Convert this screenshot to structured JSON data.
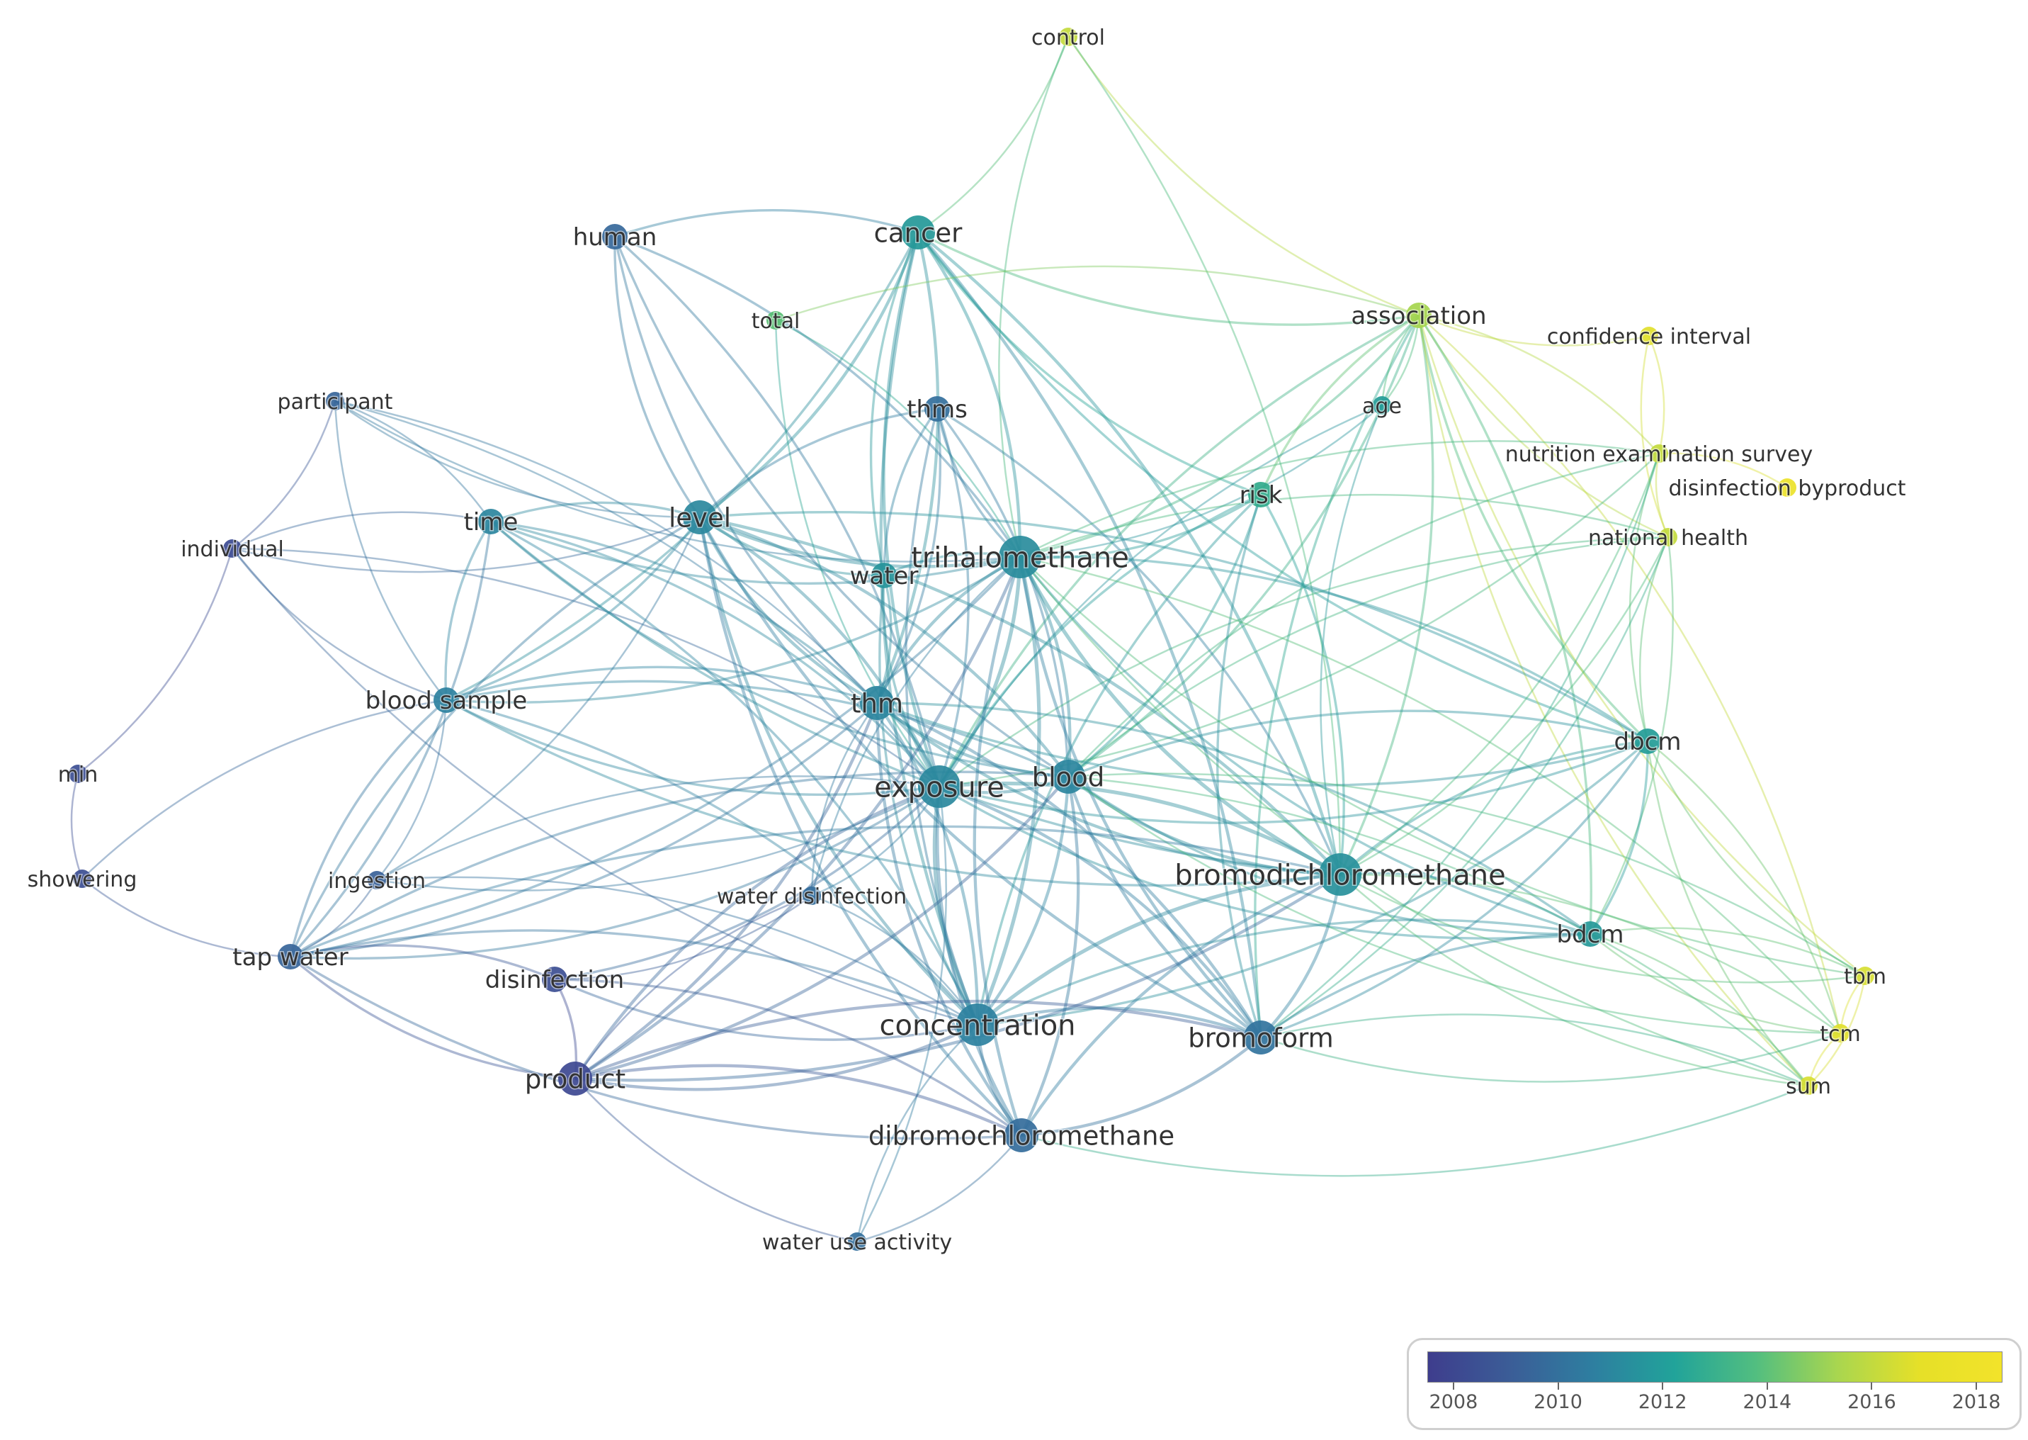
{
  "nodes": [
    {
      "id": "control",
      "label": "control",
      "year": 2017.0,
      "size": 1
    },
    {
      "id": "human",
      "label": "human",
      "year": 2010.2,
      "size": 2
    },
    {
      "id": "cancer",
      "label": "cancer",
      "year": 2012.8,
      "size": 3
    },
    {
      "id": "total",
      "label": "total",
      "year": 2015.0,
      "size": 1
    },
    {
      "id": "association",
      "label": "association",
      "year": 2016.4,
      "size": 2
    },
    {
      "id": "confidence_interval",
      "label": "confidence interval",
      "year": 2017.6,
      "size": 1
    },
    {
      "id": "participant",
      "label": "participant",
      "year": 2010.0,
      "size": 1
    },
    {
      "id": "thms",
      "label": "thms",
      "year": 2010.6,
      "size": 2
    },
    {
      "id": "age",
      "label": "age",
      "year": 2013.0,
      "size": 1
    },
    {
      "id": "nutrition_examination_survey",
      "label": "nutrition examination survey",
      "year": 2017.0,
      "size": 1
    },
    {
      "id": "disinfection_byproduct",
      "label": "disinfection byproduct",
      "year": 2018.0,
      "size": 1
    },
    {
      "id": "individual",
      "label": "individual",
      "year": 2008.4,
      "size": 1
    },
    {
      "id": "time",
      "label": "time",
      "year": 2011.8,
      "size": 2
    },
    {
      "id": "level",
      "label": "level",
      "year": 2012.0,
      "size": 3
    },
    {
      "id": "risk",
      "label": "risk",
      "year": 2013.8,
      "size": 2
    },
    {
      "id": "national_health",
      "label": "national health",
      "year": 2017.0,
      "size": 1
    },
    {
      "id": "water",
      "label": "water",
      "year": 2012.6,
      "size": 2
    },
    {
      "id": "trihalomethane",
      "label": "trihalomethane",
      "year": 2012.2,
      "size": 4
    },
    {
      "id": "blood_sample",
      "label": "blood sample",
      "year": 2011.6,
      "size": 2
    },
    {
      "id": "thm",
      "label": "thm",
      "year": 2011.8,
      "size": 3
    },
    {
      "id": "min",
      "label": "min",
      "year": 2008.6,
      "size": 1
    },
    {
      "id": "dbcm",
      "label": "dbcm",
      "year": 2013.0,
      "size": 2
    },
    {
      "id": "exposure",
      "label": "exposure",
      "year": 2012.0,
      "size": 4
    },
    {
      "id": "blood",
      "label": "blood",
      "year": 2011.8,
      "size": 3
    },
    {
      "id": "showering",
      "label": "showering",
      "year": 2008.6,
      "size": 1
    },
    {
      "id": "ingestion",
      "label": "ingestion",
      "year": 2009.8,
      "size": 1
    },
    {
      "id": "bromodichloromethane",
      "label": "bromodichloromethane",
      "year": 2012.4,
      "size": 4
    },
    {
      "id": "water_disinfection",
      "label": "water disinfection",
      "year": 2010.4,
      "size": 1
    },
    {
      "id": "bdcm",
      "label": "bdcm",
      "year": 2012.8,
      "size": 2
    },
    {
      "id": "tap_water",
      "label": "tap water",
      "year": 2010.0,
      "size": 2
    },
    {
      "id": "disinfection",
      "label": "disinfection",
      "year": 2008.6,
      "size": 2
    },
    {
      "id": "tbm",
      "label": "tbm",
      "year": 2017.4,
      "size": 1
    },
    {
      "id": "concentration",
      "label": "concentration",
      "year": 2011.6,
      "size": 4
    },
    {
      "id": "bromoform",
      "label": "bromoform",
      "year": 2010.8,
      "size": 3
    },
    {
      "id": "tcm",
      "label": "tcm",
      "year": 2017.6,
      "size": 1
    },
    {
      "id": "product",
      "label": "product",
      "year": 2008.2,
      "size": 3
    },
    {
      "id": "sum",
      "label": "sum",
      "year": 2017.4,
      "size": 1
    },
    {
      "id": "dibromochloromethane",
      "label": "dibromochloromethane",
      "year": 2010.4,
      "size": 3
    },
    {
      "id": "water_use_activity",
      "label": "water use activity",
      "year": 2010.6,
      "size": 1
    }
  ],
  "edges": [
    [
      "control",
      "cancer"
    ],
    [
      "control",
      "association"
    ],
    [
      "control",
      "bromodichloromethane"
    ],
    [
      "control",
      "trihalomethane"
    ],
    [
      "human",
      "cancer"
    ],
    [
      "human",
      "level"
    ],
    [
      "human",
      "trihalomethane"
    ],
    [
      "human",
      "thm"
    ],
    [
      "human",
      "exposure"
    ],
    [
      "human",
      "blood"
    ],
    [
      "cancer",
      "trihalomethane"
    ],
    [
      "cancer",
      "exposure"
    ],
    [
      "cancer",
      "level"
    ],
    [
      "cancer",
      "association"
    ],
    [
      "cancer",
      "bromodichloromethane"
    ],
    [
      "cancer",
      "concentration"
    ],
    [
      "cancer",
      "thm"
    ],
    [
      "cancer",
      "risk"
    ],
    [
      "cancer",
      "bromoform"
    ],
    [
      "cancer",
      "water"
    ],
    [
      "cancer",
      "blood_sample"
    ],
    [
      "cancer",
      "dbcm"
    ],
    [
      "total",
      "trihalomethane"
    ],
    [
      "total",
      "exposure"
    ],
    [
      "total",
      "association"
    ],
    [
      "association",
      "confidence_interval"
    ],
    [
      "association",
      "nutrition_examination_survey"
    ],
    [
      "association",
      "national_health"
    ],
    [
      "association",
      "trihalomethane"
    ],
    [
      "association",
      "exposure"
    ],
    [
      "association",
      "bromodichloromethane"
    ],
    [
      "association",
      "dbcm"
    ],
    [
      "association",
      "bdcm"
    ],
    [
      "association",
      "bromoform"
    ],
    [
      "association",
      "age"
    ],
    [
      "association",
      "risk"
    ],
    [
      "association",
      "blood"
    ],
    [
      "association",
      "tbm"
    ],
    [
      "association",
      "tcm"
    ],
    [
      "association",
      "sum"
    ],
    [
      "confidence_interval",
      "nutrition_examination_survey"
    ],
    [
      "confidence_interval",
      "national_health"
    ],
    [
      "participant",
      "time"
    ],
    [
      "participant",
      "level"
    ],
    [
      "participant",
      "individual"
    ],
    [
      "participant",
      "blood_sample"
    ],
    [
      "participant",
      "exposure"
    ],
    [
      "participant",
      "trihalomethane"
    ],
    [
      "participant",
      "thm"
    ],
    [
      "thms",
      "trihalomethane"
    ],
    [
      "thms",
      "exposure"
    ],
    [
      "thms",
      "level"
    ],
    [
      "thms",
      "blood"
    ],
    [
      "thms",
      "water"
    ],
    [
      "thms",
      "thm"
    ],
    [
      "thms",
      "concentration"
    ],
    [
      "thms",
      "bromodichloromethane"
    ],
    [
      "age",
      "exposure"
    ],
    [
      "age",
      "trihalomethane"
    ],
    [
      "age",
      "bromodichloromethane"
    ],
    [
      "age",
      "association"
    ],
    [
      "nutrition_examination_survey",
      "national_health"
    ],
    [
      "nutrition_examination_survey",
      "disinfection_byproduct"
    ],
    [
      "nutrition_examination_survey",
      "trihalomethane"
    ],
    [
      "nutrition_examination_survey",
      "bromodichloromethane"
    ],
    [
      "nutrition_examination_survey",
      "dbcm"
    ],
    [
      "nutrition_examination_survey",
      "bromoform"
    ],
    [
      "nutrition_examination_survey",
      "blood"
    ],
    [
      "nutrition_examination_survey",
      "exposure"
    ],
    [
      "national_health",
      "trihalomethane"
    ],
    [
      "national_health",
      "bromodichloromethane"
    ],
    [
      "national_health",
      "dbcm"
    ],
    [
      "national_health",
      "bdcm"
    ],
    [
      "national_health",
      "blood"
    ],
    [
      "national_health",
      "bromoform"
    ],
    [
      "national_health",
      "exposure"
    ],
    [
      "individual",
      "time"
    ],
    [
      "individual",
      "level"
    ],
    [
      "individual",
      "min"
    ],
    [
      "individual",
      "blood_sample"
    ],
    [
      "individual",
      "exposure"
    ],
    [
      "individual",
      "concentration"
    ],
    [
      "time",
      "level"
    ],
    [
      "time",
      "trihalomethane"
    ],
    [
      "time",
      "exposure"
    ],
    [
      "time",
      "blood_sample"
    ],
    [
      "time",
      "thm"
    ],
    [
      "time",
      "blood"
    ],
    [
      "time",
      "concentration"
    ],
    [
      "time",
      "bromodichloromethane"
    ],
    [
      "time",
      "tap_water"
    ],
    [
      "level",
      "trihalomethane"
    ],
    [
      "level",
      "exposure"
    ],
    [
      "level",
      "thm"
    ],
    [
      "level",
      "blood"
    ],
    [
      "level",
      "concentration"
    ],
    [
      "level",
      "bromodichloromethane"
    ],
    [
      "level",
      "bromoform"
    ],
    [
      "level",
      "blood_sample"
    ],
    [
      "level",
      "water"
    ],
    [
      "level",
      "dbcm"
    ],
    [
      "level",
      "tap_water"
    ],
    [
      "level",
      "ingestion"
    ],
    [
      "level",
      "dibromochloromethane"
    ],
    [
      "risk",
      "trihalomethane"
    ],
    [
      "risk",
      "exposure"
    ],
    [
      "risk",
      "bromodichloromethane"
    ],
    [
      "risk",
      "bromoform"
    ],
    [
      "risk",
      "blood"
    ],
    [
      "risk",
      "concentration"
    ],
    [
      "water",
      "trihalomethane"
    ],
    [
      "water",
      "exposure"
    ],
    [
      "water",
      "thm"
    ],
    [
      "water",
      "concentration"
    ],
    [
      "trihalomethane",
      "exposure"
    ],
    [
      "trihalomethane",
      "thm"
    ],
    [
      "trihalomethane",
      "blood"
    ],
    [
      "trihalomethane",
      "bromodichloromethane"
    ],
    [
      "trihalomethane",
      "concentration"
    ],
    [
      "trihalomethane",
      "bromoform"
    ],
    [
      "trihalomethane",
      "dbcm"
    ],
    [
      "trihalomethane",
      "bdcm"
    ],
    [
      "trihalomethane",
      "blood_sample"
    ],
    [
      "trihalomethane",
      "dibromochloromethane"
    ],
    [
      "trihalomethane",
      "tap_water"
    ],
    [
      "trihalomethane",
      "water_disinfection"
    ],
    [
      "trihalomethane",
      "product"
    ],
    [
      "trihalomethane",
      "tbm"
    ],
    [
      "trihalomethane",
      "tcm"
    ],
    [
      "trihalomethane",
      "sum"
    ],
    [
      "blood_sample",
      "thm"
    ],
    [
      "blood_sample",
      "exposure"
    ],
    [
      "blood_sample",
      "blood"
    ],
    [
      "blood_sample",
      "tap_water"
    ],
    [
      "blood_sample",
      "ingestion"
    ],
    [
      "blood_sample",
      "showering"
    ],
    [
      "blood_sample",
      "concentration"
    ],
    [
      "blood_sample",
      "bromodichloromethane"
    ],
    [
      "thm",
      "exposure"
    ],
    [
      "thm",
      "blood"
    ],
    [
      "thm",
      "concentration"
    ],
    [
      "thm",
      "bromodichloromethane"
    ],
    [
      "thm",
      "bromoform"
    ],
    [
      "thm",
      "dibromochloromethane"
    ],
    [
      "thm",
      "tap_water"
    ],
    [
      "thm",
      "water_disinfection"
    ],
    [
      "thm",
      "product"
    ],
    [
      "thm",
      "dbcm"
    ],
    [
      "thm",
      "bdcm"
    ],
    [
      "min",
      "showering"
    ],
    [
      "dbcm",
      "bdcm"
    ],
    [
      "dbcm",
      "bromodichloromethane"
    ],
    [
      "dbcm",
      "bromoform"
    ],
    [
      "dbcm",
      "tbm"
    ],
    [
      "dbcm",
      "tcm"
    ],
    [
      "dbcm",
      "sum"
    ],
    [
      "dbcm",
      "exposure"
    ],
    [
      "dbcm",
      "blood"
    ],
    [
      "dbcm",
      "concentration"
    ],
    [
      "exposure",
      "blood"
    ],
    [
      "exposure",
      "bromodichloromethane"
    ],
    [
      "exposure",
      "concentration"
    ],
    [
      "exposure",
      "bromoform"
    ],
    [
      "exposure",
      "dibromochloromethane"
    ],
    [
      "exposure",
      "tap_water"
    ],
    [
      "exposure",
      "ingestion"
    ],
    [
      "exposure",
      "water_disinfection"
    ],
    [
      "exposure",
      "product"
    ],
    [
      "exposure",
      "disinfection"
    ],
    [
      "exposure",
      "bdcm"
    ],
    [
      "exposure",
      "water_use_activity"
    ],
    [
      "blood",
      "bromodichloromethane"
    ],
    [
      "blood",
      "concentration"
    ],
    [
      "blood",
      "bromoform"
    ],
    [
      "blood",
      "dibromochloromethane"
    ],
    [
      "blood",
      "bdcm"
    ],
    [
      "blood",
      "tbm"
    ],
    [
      "blood",
      "tcm"
    ],
    [
      "blood",
      "sum"
    ],
    [
      "blood",
      "tap_water"
    ],
    [
      "blood",
      "product"
    ],
    [
      "showering",
      "tap_water"
    ],
    [
      "ingestion",
      "tap_water"
    ],
    [
      "ingestion",
      "exposure"
    ],
    [
      "ingestion",
      "concentration"
    ],
    [
      "bromodichloromethane",
      "concentration"
    ],
    [
      "bromodichloromethane",
      "bromoform"
    ],
    [
      "bromodichloromethane",
      "dibromochloromethane"
    ],
    [
      "bromodichloromethane",
      "bdcm"
    ],
    [
      "bromodichloromethane",
      "tbm"
    ],
    [
      "bromodichloromethane",
      "tcm"
    ],
    [
      "bromodichloromethane",
      "sum"
    ],
    [
      "bromodichloromethane",
      "product"
    ],
    [
      "bromodichloromethane",
      "tap_water"
    ],
    [
      "water_disinfection",
      "concentration"
    ],
    [
      "water_disinfection",
      "product"
    ],
    [
      "water_disinfection",
      "disinfection"
    ],
    [
      "bdcm",
      "bromoform"
    ],
    [
      "bdcm",
      "tbm"
    ],
    [
      "bdcm",
      "tcm"
    ],
    [
      "bdcm",
      "sum"
    ],
    [
      "bdcm",
      "concentration"
    ],
    [
      "tap_water",
      "disinfection"
    ],
    [
      "tap_water",
      "product"
    ],
    [
      "tap_water",
      "concentration"
    ],
    [
      "tap_water",
      "dibromochloromethane"
    ],
    [
      "disinfection",
      "product"
    ],
    [
      "disinfection",
      "concentration"
    ],
    [
      "disinfection",
      "dibromochloromethane"
    ],
    [
      "tbm",
      "tcm"
    ],
    [
      "tbm",
      "sum"
    ],
    [
      "tcm",
      "sum"
    ],
    [
      "concentration",
      "bromoform"
    ],
    [
      "concentration",
      "dibromochloromethane"
    ],
    [
      "concentration",
      "product"
    ],
    [
      "concentration",
      "water_use_activity"
    ],
    [
      "bromoform",
      "dibromochloromethane"
    ],
    [
      "bromoform",
      "product"
    ],
    [
      "bromoform",
      "sum"
    ],
    [
      "bromoform",
      "tcm"
    ],
    [
      "product",
      "dibromochloromethane"
    ],
    [
      "product",
      "water_use_activity"
    ],
    [
      "dibromochloromethane",
      "water_use_activity"
    ],
    [
      "dibromochloromethane",
      "sum"
    ]
  ],
  "legend": {
    "year_min": 2007.5,
    "year_max": 2018.5,
    "ticks": [
      "2008",
      "2010",
      "2012",
      "2014",
      "2016",
      "2018"
    ],
    "gradient": [
      "#3e3d8d",
      "#3b5d97",
      "#2e7ea0",
      "#21a39a",
      "#52be80",
      "#a9d64f",
      "#e6e028",
      "#f2e32a"
    ]
  }
}
